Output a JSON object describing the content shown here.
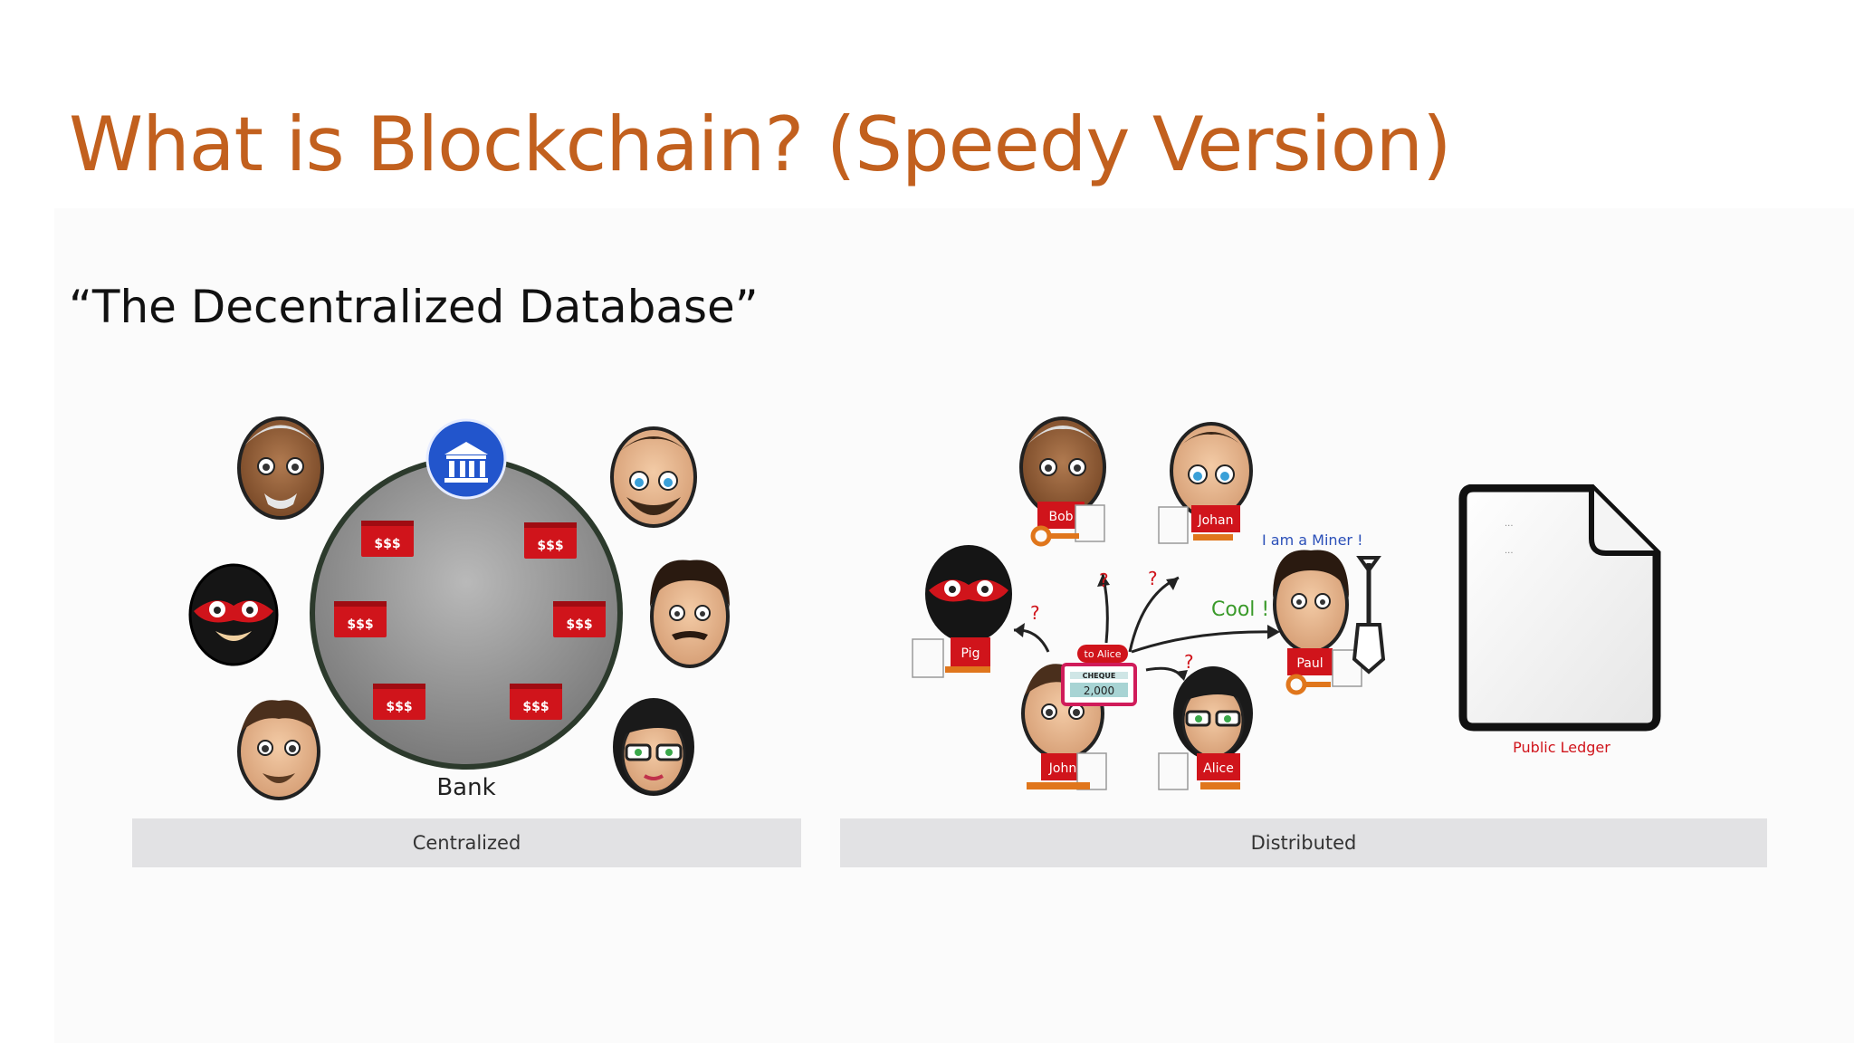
{
  "slide": {
    "title": "What is Blockchain? (Speedy Version)",
    "subtitle": "“The Decentralized Database”"
  },
  "centralized": {
    "caption": "Centralized",
    "bank_label": "Bank",
    "vault_label": "$$$"
  },
  "distributed": {
    "caption": "Distributed",
    "people": {
      "bob": "Bob",
      "johan": "Johan",
      "pig": "Pig",
      "paul": "Paul",
      "john": "John",
      "alice": "Alice"
    },
    "miner_text": "I am a Miner !",
    "cool_text": "Cool !",
    "question_mark": "?",
    "cheque": {
      "to": "to Alice",
      "header": "CHEQUE",
      "amount": "2,000"
    },
    "ledger_label": "Public Ledger",
    "ledger_dots": "..."
  },
  "colors": {
    "title": "#c2601e",
    "accent_red": "#d0141b",
    "bank_blue": "#2255cc",
    "miner_blue": "#2a4fb8",
    "cool_green": "#3a9a2a",
    "key_orange": "#e0761c"
  }
}
